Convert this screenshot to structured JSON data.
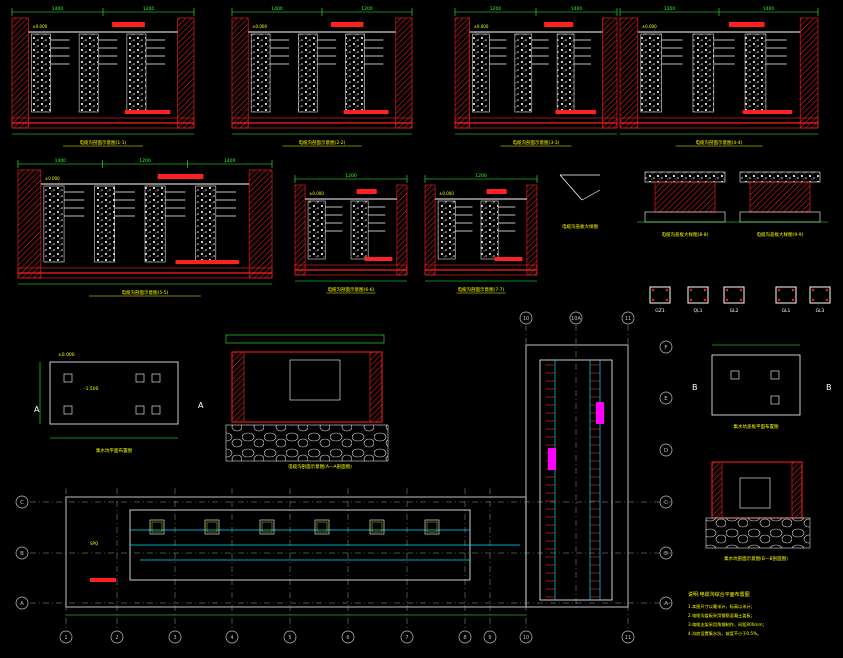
{
  "drawing": {
    "background": "#000000",
    "colors": {
      "wall": "#ff2020",
      "dimension": "#30ff30",
      "section_line": "#ffffff",
      "gravel": "#e0e0e0",
      "label": "#ffff00",
      "equipment": "#ff00ff",
      "axis": "#c0c0c0",
      "slab": "#a0a0a0",
      "cyan": "#00e0ff"
    },
    "sections": [
      {
        "title": "电缆沟剖面示意图(1-1)",
        "dims": [
          "1400",
          "1200"
        ]
      },
      {
        "title": "电缆沟剖面示意图(2-2)",
        "dims": [
          "1400",
          "1200"
        ]
      },
      {
        "title": "电缆沟剖面示意图(3-3)",
        "dims": [
          "1200",
          "1400"
        ]
      },
      {
        "title": "电缆沟剖面示意图(4-4)",
        "dims": [
          "1200",
          "1400"
        ]
      },
      {
        "title": "电缆沟剖面示意图(5-5)",
        "dims": [
          "1400",
          "1200",
          "1400"
        ]
      },
      {
        "title": "电缆沟剖面示意图(6-6)",
        "dims": [
          "1200"
        ]
      },
      {
        "title": "电缆沟剖面示意图(7-7)",
        "dims": [
          "1200"
        ]
      }
    ],
    "small_details": [
      {
        "title": "电缆沟盖板大样图"
      },
      {
        "title": "电缆沟盖板大样图(8-8)"
      },
      {
        "title": "电缆沟盖板大样图(9-9)"
      }
    ],
    "rebar_sections": [
      {
        "label": "GZ1"
      },
      {
        "label": "QL1"
      },
      {
        "label": "GL2"
      },
      {
        "label": "GL1"
      },
      {
        "label": "GL3"
      }
    ],
    "foundation_plan_left": {
      "title": "集水坑平面布置图",
      "elevation_top": "±0.000",
      "elevation_bottom": "-1.500",
      "marker": "A"
    },
    "section_a_a": {
      "title": "电缆沟剖面示意图(A—A剖面图)"
    },
    "foundation_plan_right": {
      "title": "集水坑盖板平面布置图",
      "marker": "B"
    },
    "section_b_b": {
      "title": "集水坑剖面示意图(B—B剖面图)"
    },
    "plan": {
      "title": "电缆沟综合平面布置图",
      "row_axes": [
        "C",
        "B",
        "A"
      ],
      "col_axes": [
        "1",
        "2",
        "3",
        "4",
        "5",
        "6",
        "7",
        "8",
        "9",
        "10",
        "11"
      ],
      "vertical_row_axes": [
        "F",
        "E",
        "D",
        "C",
        "B",
        "A"
      ],
      "vertical_col_axes": [
        "10",
        "10A",
        "11"
      ]
    },
    "notes": {
      "heading": "说明:电缆沟综合平面布置图",
      "lines": [
        "1.本图尺寸以毫米计，标高以米计；",
        "2.电缆沟盖板采用钢筋混凝土盖板；",
        "3.电缆支架采用角钢制作，间距800mm；",
        "4.沟底设置集水坑，坡度不小于0.5%。"
      ]
    }
  }
}
